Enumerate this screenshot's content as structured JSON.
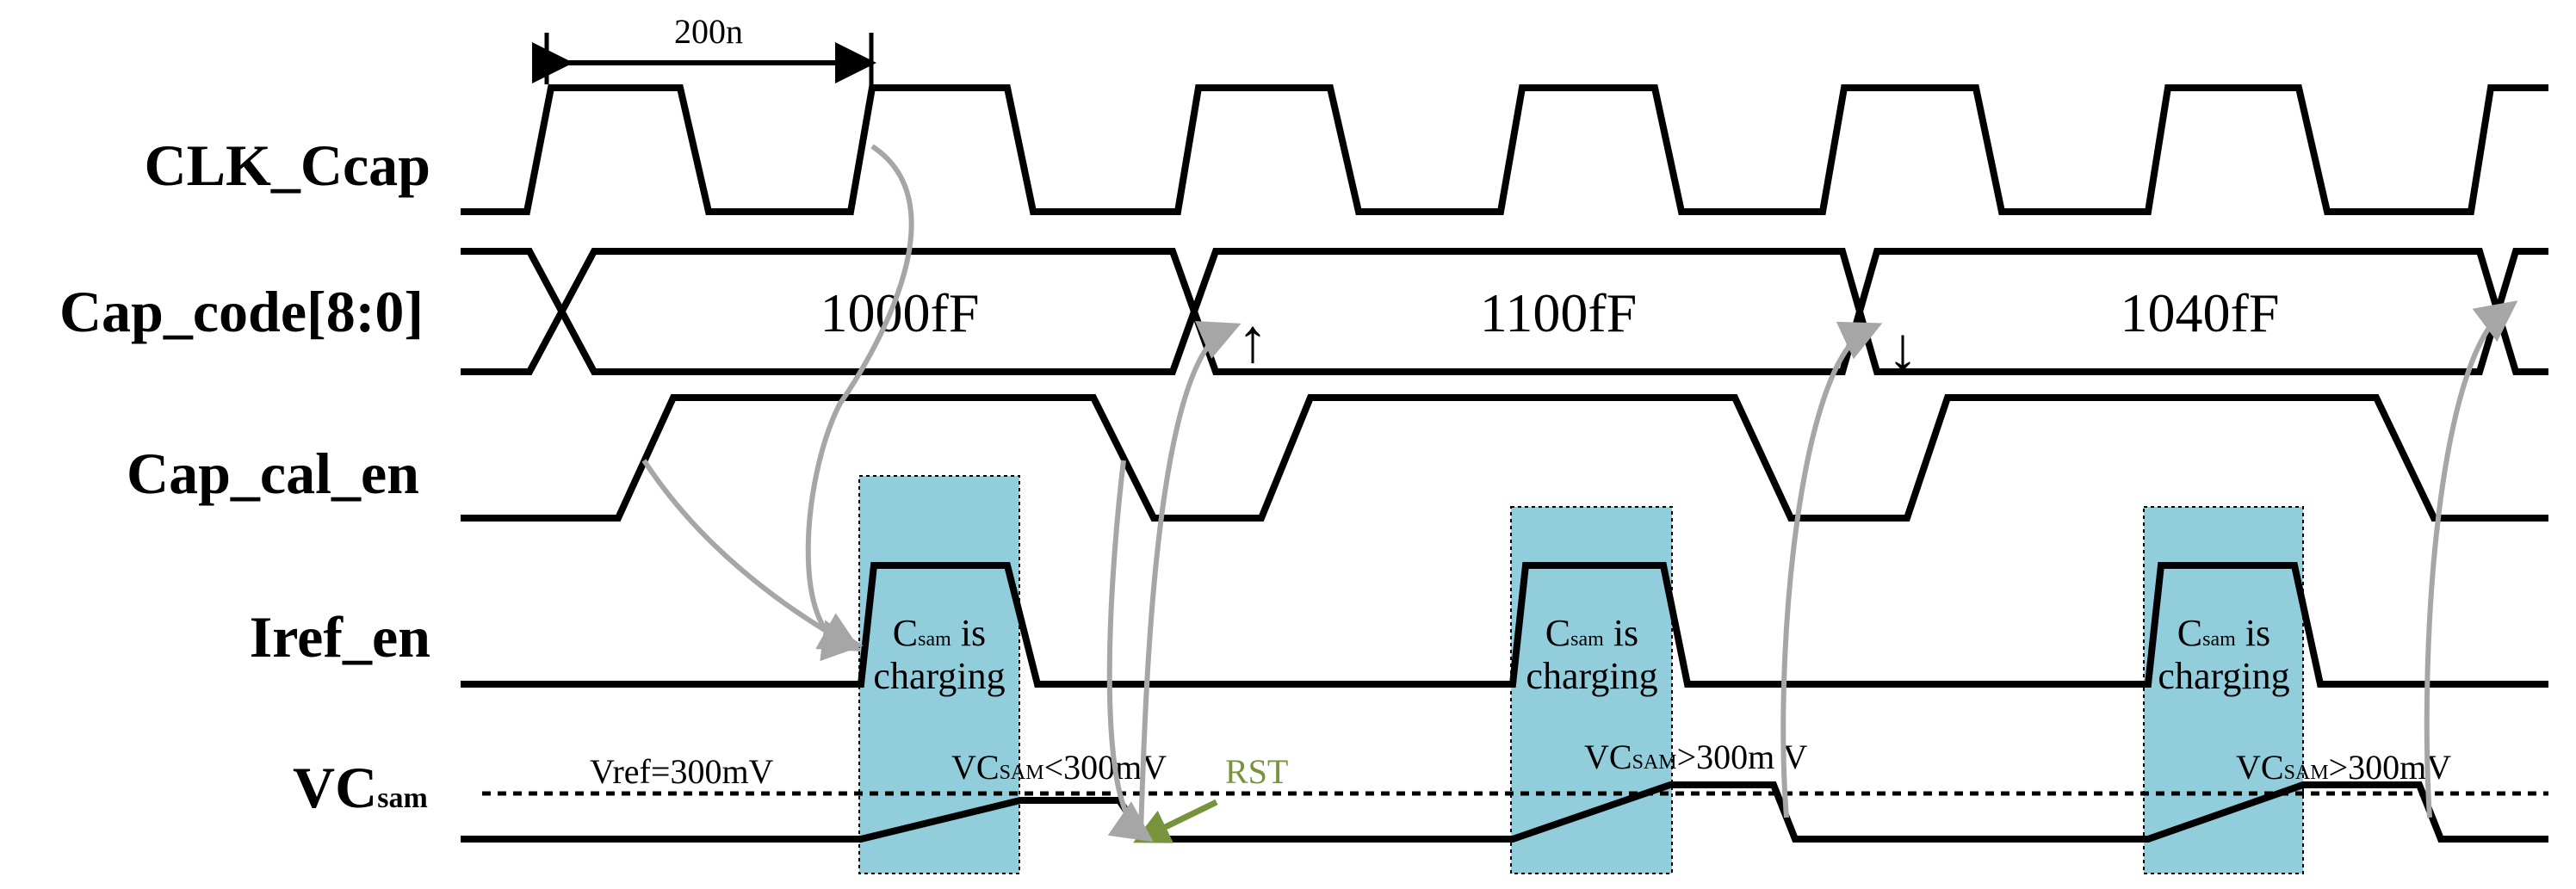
{
  "signals": {
    "clk": "CLK_Ccap",
    "cap_code": "Cap_code[8:0]",
    "cap_cal_en": "Cap_cal_en",
    "iref_en": "Iref_en",
    "vcsam_main": "VC",
    "vcsam_sub": "sam"
  },
  "period_label": "200n",
  "cap_values": [
    "1000fF",
    "1100fF",
    "1040fF"
  ],
  "adjust_arrows": [
    "↑",
    "↓"
  ],
  "charging_boxes": [
    {
      "c": "C",
      "sub": "sam",
      "is": " is",
      "charging": "charging"
    },
    {
      "c": "C",
      "sub": "sam",
      "is": " is",
      "charging": "charging"
    },
    {
      "c": "C",
      "sub": "sam",
      "is": " is",
      "charging": "charging"
    }
  ],
  "vref_label": "Vref=300mV",
  "comparisons": [
    {
      "pre": "VC",
      "sub": "SAM",
      "post": "<300mV"
    },
    {
      "pre": "VC",
      "sub": "SAM",
      "post": ">300m V"
    },
    {
      "pre": "VC",
      "sub": "SAM",
      "post": ">300mV"
    }
  ],
  "rst_label": "RST",
  "colors": {
    "box_fill": "#92cddc",
    "arrow_gray": "#a6a6a6",
    "rst_green": "#77933c",
    "wave": "#000000"
  }
}
